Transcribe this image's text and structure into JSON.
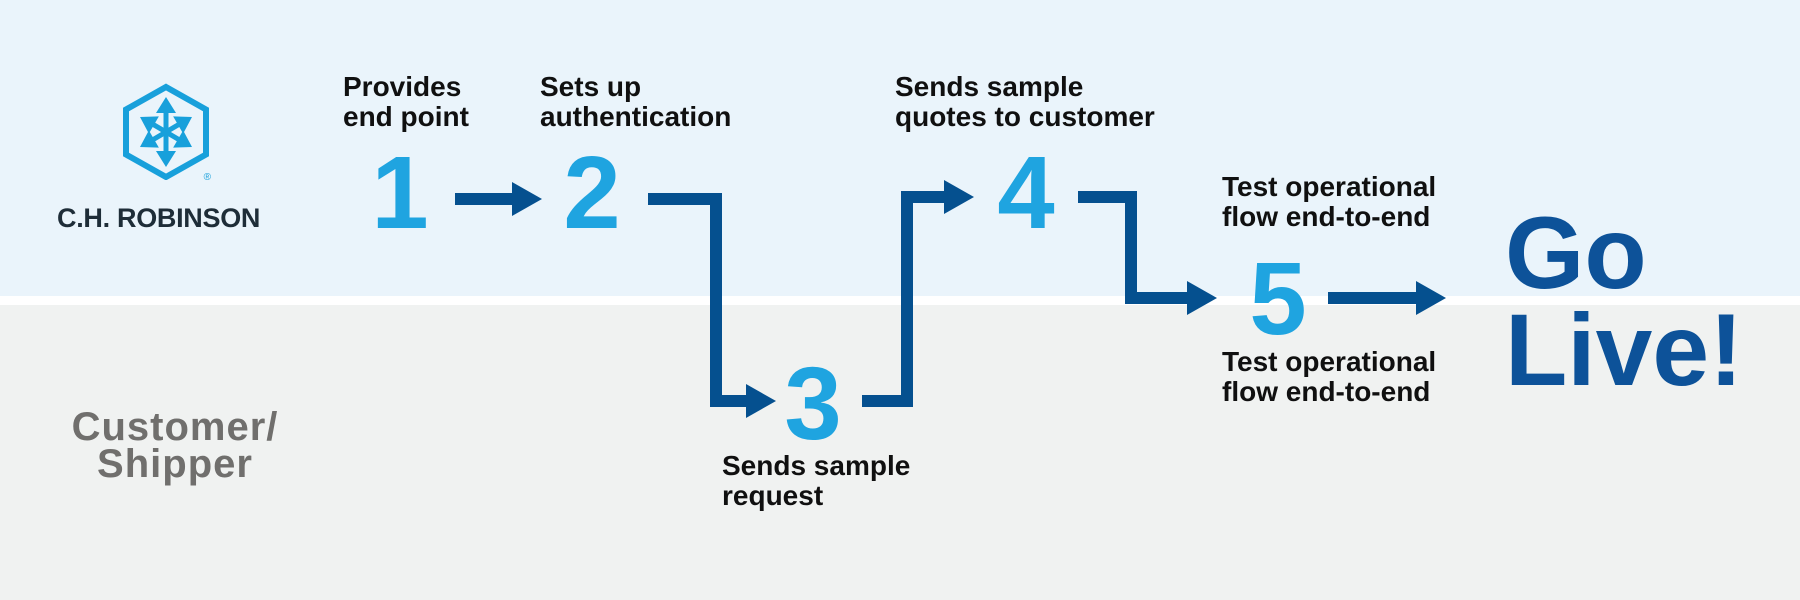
{
  "colors": {
    "lane_top_bg": "#EAF4FB",
    "lane_bottom_bg": "#F0F2F1",
    "divider": "#FFFFFF",
    "step_number_blue": "#1FA4E0",
    "connector_blue": "#05508F",
    "go_live_blue": "#0D5299",
    "label_text": "#101010",
    "lane_label_gray": "#706F6D",
    "logo_blue": "#18A0DB",
    "wordmark_text": "#1E2D38"
  },
  "logo": {
    "icon": "hexagon-arrows-icon",
    "wordmark": "C.H. ROBINSON",
    "registered_mark": "®"
  },
  "lanes": {
    "bottom_label": "Customer/\nShipper"
  },
  "steps": [
    {
      "number": "1",
      "owner_lane": "top",
      "label": "Provides\nend point"
    },
    {
      "number": "2",
      "owner_lane": "top",
      "label": "Sets up\nauthentication"
    },
    {
      "number": "3",
      "owner_lane": "bottom",
      "label": "Sends sample\nrequest"
    },
    {
      "number": "4",
      "owner_lane": "top",
      "label": "Sends sample\nquotes to customer"
    },
    {
      "number": "5",
      "owner_lane": "both",
      "label_top": "Test operational\nflow end-to-end",
      "label_bottom": "Test operational\nflow end-to-end"
    }
  ],
  "finale": {
    "label": "Go\nLive!"
  }
}
